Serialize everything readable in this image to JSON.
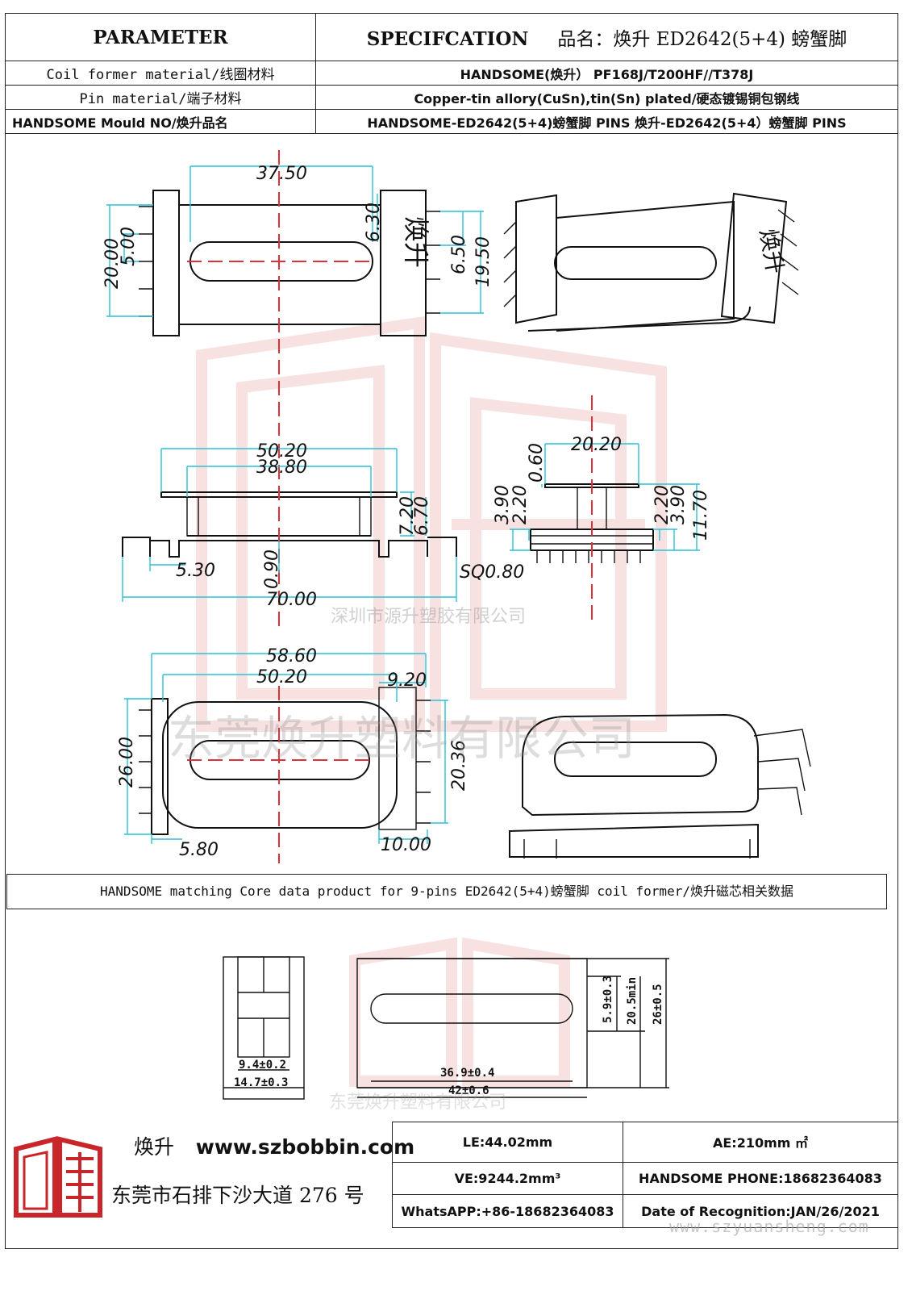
{
  "header": {
    "parameter": "PARAMETER",
    "specification": "SPECIFCATION",
    "product_name": "品名：焕升 ED2642(5+4) 螃蟹脚",
    "rows": [
      {
        "label": "Coil former material/线圈材料",
        "value": "HANDSOME(焕升）  PF168J/T200HF//T378J"
      },
      {
        "label": "Pin material/端子材料",
        "value": "Copper-tin allory(CuSn),tin(Sn) plated/硬态镀锡铜包钢线"
      },
      {
        "label": "HANDSOME Mould NO/焕升品名",
        "value": "HANDSOME-ED2642(5+4)螃蟹脚 PINS   焕升-ED2642(5+4）螃蟹脚 PINS"
      }
    ]
  },
  "drawing": {
    "top_view": {
      "width": "37.50",
      "height_total": "20.00",
      "pitch_left": "5.00",
      "right_offset": "6.30",
      "pitch_right": "6.50",
      "right_span": "19.50",
      "mark": "焕升"
    },
    "side_view": {
      "flange_outer": "50.20",
      "flange_inner": "38.80",
      "flange_h1": "7.20",
      "flange_h2": "6.70",
      "pin_offset": "5.30",
      "base_thick": "0.90",
      "overall": "70.00",
      "pin_sq": "SQ0.80"
    },
    "end_view": {
      "top_thick": "0.60",
      "width": "20.20",
      "left_h1": "3.90",
      "left_h2": "2.20",
      "right_h1": "2.20",
      "right_h2": "3.90",
      "total_h": "11.70"
    },
    "bottom_view": {
      "overall": "58.60",
      "inner": "50.20",
      "right_w": "9.20",
      "height": "26.00",
      "pin_span": "20.36",
      "pin_offset": "5.80",
      "right_bottom": "10.00"
    },
    "core": {
      "leg_w": "9.4±0.2",
      "total_w": "14.7±0.3",
      "window_w": "36.9±0.4",
      "overall_l": "42±0.6",
      "h1": "5.9±0.3",
      "h2": "20.5min",
      "h3": "26±0.5"
    }
  },
  "watermarks": {
    "company1": "深圳市源升塑胶有限公司",
    "company2": "东莞焕升塑料有限公司",
    "url": "www.szyuansheng.com"
  },
  "core_data_line": "HANDSOME matching Core data  product for 9-pins ED2642(5+4)螃蟹脚 coil former/焕升磁芯相关数据",
  "footer": {
    "brand_cn": "焕升",
    "website": "www.szbobbin.com",
    "address": "东莞市石排下沙大道 276 号",
    "le": "LE:44.02mm",
    "ae": "AE:210mm ㎡",
    "ve": "VE:9244.2mm³",
    "phone": "HANDSOME PHONE:18682364083",
    "whatsapp": "WhatsAPP:+86-18682364083",
    "date": "Date of Recognition:JAN/26/2021"
  },
  "colors": {
    "dimension": "#2bc1d6",
    "centerline": "#e0303a",
    "logo": "#c9262c",
    "watermark": "#e7a9a9"
  }
}
